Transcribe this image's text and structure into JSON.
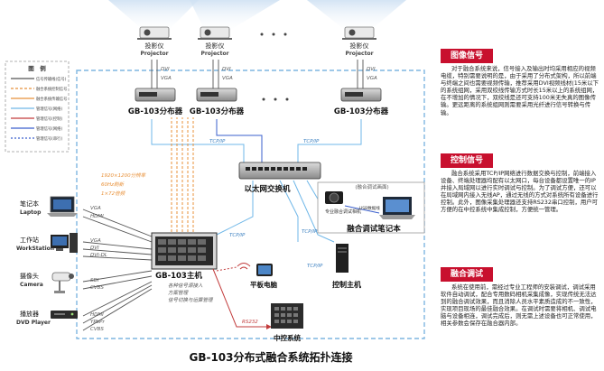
{
  "title": "GB-103分布式融合系统拓扑连接",
  "projectors": [
    {
      "cn": "投影仪",
      "en": "Projector"
    },
    {
      "cn": "投影仪",
      "en": "Projector"
    },
    {
      "cn": "投影仪",
      "en": "Projector"
    }
  ],
  "projector_links": [
    [
      "DVI",
      "VGA"
    ],
    [
      "DVI",
      "VGA"
    ],
    [
      "DVI",
      "VGA"
    ]
  ],
  "distributors": [
    "GB-103分布器",
    "GB-103分布器",
    "GB-103分布器"
  ],
  "legend": {
    "title": "图　例",
    "items": [
      {
        "label": "信号传输线(信号)",
        "color": "#555555"
      },
      {
        "label": "融合系统控制信号",
        "color": "#e8913a"
      },
      {
        "label": "融合系统传输信号",
        "color": "#e8913a"
      },
      {
        "label": "管理信号(网络)",
        "color": "#6fb7e8"
      },
      {
        "label": "管理信号(控制)",
        "color": "#c23b3b"
      },
      {
        "label": "管理信号(网络)",
        "color": "#3a5fcd"
      },
      {
        "label": "管理信号(串行)",
        "color": "#3a5fcd"
      }
    ]
  },
  "network": {
    "tcp_labels": [
      "TCP/IP",
      "TCP/IP",
      "TCP/IP",
      "TCP/IP",
      "TCP/IP"
    ],
    "switch_label": "以太网交换机"
  },
  "resolution_notes": [
    "1920×1200分辨率",
    "60Hz刷新",
    "1×72倍频"
  ],
  "sources": [
    {
      "cn": "笔记本",
      "en": "Laptop",
      "signals": [
        "VGA",
        "HDMI"
      ]
    },
    {
      "cn": "工作站",
      "en": "WorkStation",
      "signals": [
        "VGA",
        "DVI",
        "DVI-DL"
      ]
    },
    {
      "cn": "摄像头",
      "en": "Camera",
      "signals": [
        "SDI",
        "CVBS"
      ]
    },
    {
      "cn": "播放器",
      "en": "DVD Player",
      "signals": [
        "HDMI",
        "YPbPr",
        "CVBS"
      ]
    }
  ],
  "host": {
    "label": "GB-103主机",
    "notes": [
      "各种信号源接入",
      "方案管理",
      "信号切换与运算管理"
    ]
  },
  "debug": {
    "screen_caption": "(融合调试画面)",
    "camera_label": "专业融合调试相机",
    "usb_label": "USB数据线",
    "laptop_label": "融合调试笔记本"
  },
  "tablet_label": "平板电脑",
  "control_host_label": "控制主机",
  "central_control_label": "中控系统",
  "rs232_label": "RS232",
  "panels": [
    {
      "heading": "图像信号",
      "body": "对于融合系统来说，信号接入及输出时均采用相应的视频电缆，特别需要说明的是，由于采用了分布式架构，所以前端与终端之间也需要视频传输，推荐采用DVI视频线材(15米以下的系统组网，采用双绞线传输方式时长15米以上的系统组网，在不增加的情况下，双绞线是还可支持100米无失真的图像传输。更远距离的系统组网则需要采用光纤进行信号转换与传输。"
    },
    {
      "heading": "控制信号",
      "body": "融合系统采用TCP/IP网络进行数据交换与控制，前端接入设备、终端处理器均配有以太网口，每台设备都设置唯一的IP并接入局域网以进行实时调试与控制。为了调试方便，还可以在局域网内接入无线AP，通过无线的方式对系统所有设备进行控制。此外，图像采集处理器还支持RS232串口控制，用户可方便的在中控系统中集成控制，方便统一管理。"
    },
    {
      "heading": "融合调试",
      "body": "系统在使用前，需经过专业工程师的安装调试，调试采用软件自动调试，配合专用数码相机采集成像，实现传统无法达到的融合调试效果，而且消除人员水平素质造成的不一致性，实现项目现场的最佳融合效果。在调试时需要将相机、调试电脑与设备相连，调试完成后，则无需上述设备也可正常使用，相关参数会保存在融合器内部。"
    }
  ]
}
